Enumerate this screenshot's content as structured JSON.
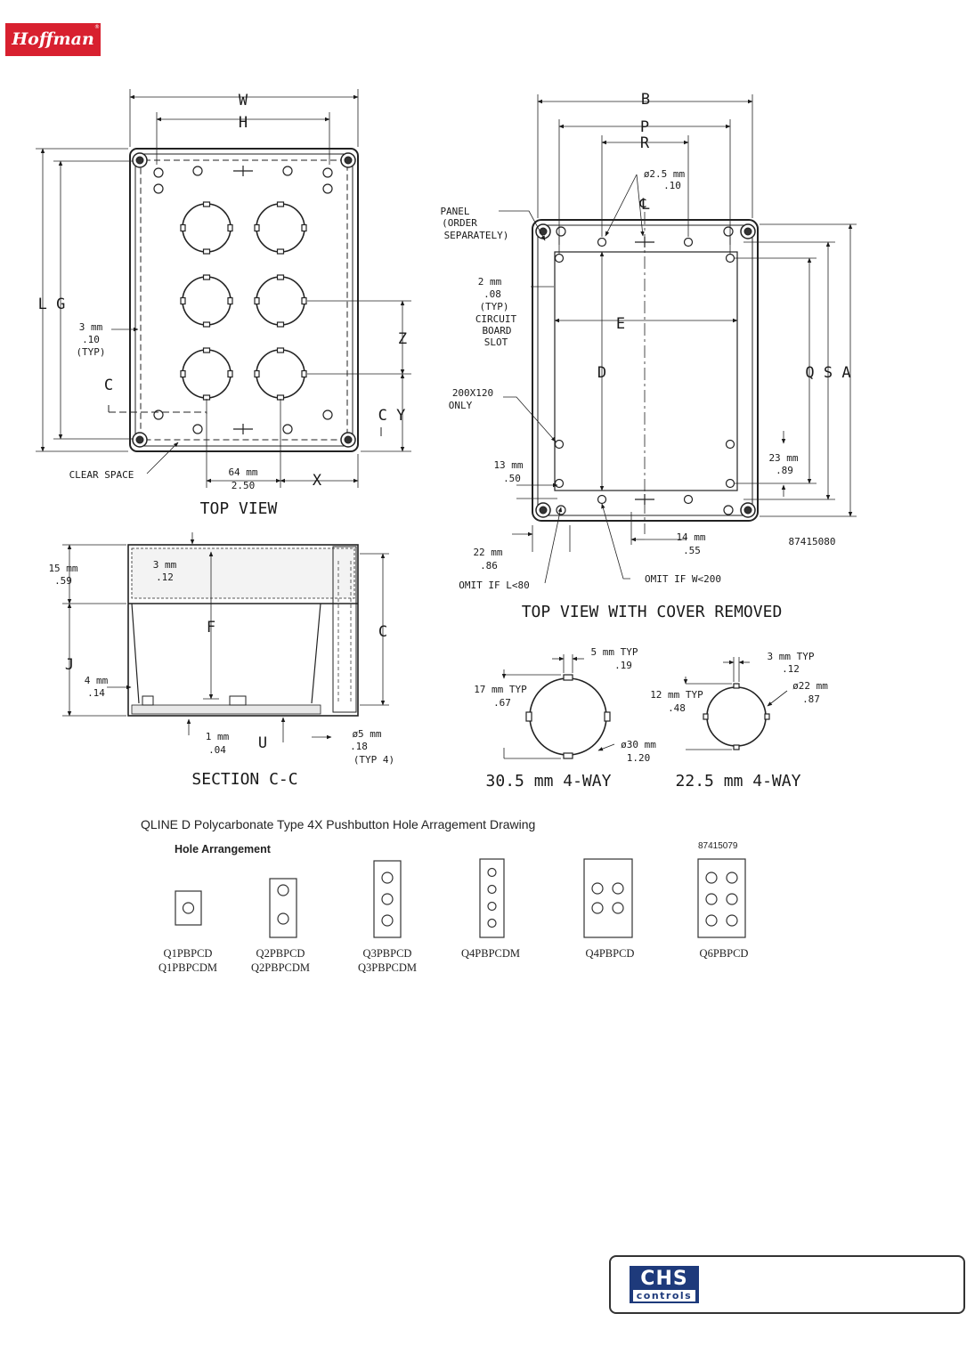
{
  "brand": {
    "name": "Hoffman",
    "reg": "®"
  },
  "labels": {
    "W": "W",
    "H": "H",
    "LG": "L G",
    "Z": "Z",
    "CY": "C Y",
    "C": "C",
    "X": "X",
    "clearance_mm": "3 mm",
    "clearance_in": ".10",
    "typ": "(TYP)",
    "clear_space": "CLEAR SPACE",
    "d64_mm": "64 mm",
    "d64_in": "2.50",
    "top_view": "TOP VIEW",
    "B": "B",
    "P": "P",
    "R": "R",
    "CL": "℄",
    "hole_mm": "ø2.5 mm",
    "hole_in": ".10",
    "panel1": "PANEL",
    "panel2": "(ORDER",
    "panel3": "SEPARATELY)",
    "slot_mm": "2 mm",
    "slot_in": ".08",
    "slot_typ": "(TYP)",
    "circuit": "CIRCUIT",
    "board": "BOARD",
    "slot": "SLOT",
    "E": "E",
    "D": "D",
    "QSA": "Q S A",
    "only1": "200X120",
    "only2": "ONLY",
    "d23_mm": "23 mm",
    "d23_in": ".89",
    "d13_mm": "13 mm",
    "d13_in": ".50",
    "d22_mm": "22 mm",
    "d22_in": ".86",
    "d14_mm": "14 mm",
    "d14_in": ".55",
    "code1": "87415080",
    "omit_l": "OMIT IF L<80",
    "omit_w": "OMIT IF W<200",
    "top_view_removed": "TOP VIEW WITH COVER REMOVED",
    "d15_mm": "15 mm",
    "d15_in": ".59",
    "d3b_mm": "3 mm",
    "d3b_in": ".12",
    "F": "F",
    "J": "J",
    "Csec": "C",
    "U": "U",
    "d4_mm": "4 mm",
    "d4_in": ".14",
    "d1_mm": "1 mm",
    "d1_in": ".04",
    "d5_mm": "ø5 mm",
    "d5_in": ".18",
    "d5_typ": "(TYP 4)",
    "section": "SECTION C-C",
    "k5_mm": "5 mm TYP",
    "k5_in": ".19",
    "k17_mm": "17 mm TYP",
    "k17_in": ".67",
    "k30_mm": "ø30 mm",
    "k30_in": "1.20",
    "k3_mm": "3 mm TYP",
    "k3_in": ".12",
    "k12_mm": "12 mm TYP",
    "k12_in": ".48",
    "k22_mm": "ø22 mm",
    "k22_in": ".87",
    "way30": "30.5 mm 4-WAY",
    "way22": "22.5 mm 4-WAY"
  },
  "title": "QLINE D Polycarbonate Type 4X Pushbutton Hole Arragement Drawing",
  "hole_arrangement": {
    "heading": "Hole Arrangement",
    "code": "87415079",
    "items": [
      {
        "line1": "Q1PBPCD",
        "line2": "Q1PBPCDM"
      },
      {
        "line1": "Q2PBPCD",
        "line2": "Q2PBPCDM"
      },
      {
        "line1": "Q3PBPCD",
        "line2": "Q3PBPCDM"
      },
      {
        "line1": "Q4PBPCDM",
        "line2": ""
      },
      {
        "line1": "Q4PBPCD",
        "line2": ""
      },
      {
        "line1": "Q6PBPCD",
        "line2": ""
      }
    ]
  },
  "footer": {
    "logo_top": "CHS",
    "logo_bottom": "controls"
  }
}
